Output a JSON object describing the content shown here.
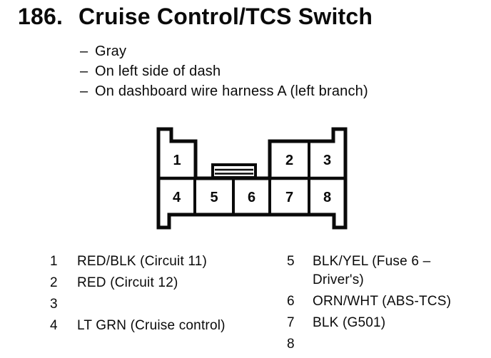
{
  "header": {
    "section_number": "186.",
    "section_title": "Cruise Control/TCS Switch"
  },
  "details": {
    "dash": "–",
    "items": [
      "Gray",
      "On left side of dash",
      "On dashboard wire harness A (left branch)"
    ]
  },
  "connector": {
    "pins": [
      "1",
      "2",
      "3",
      "4",
      "5",
      "6",
      "7",
      "8"
    ]
  },
  "pin_assignments": {
    "left": [
      {
        "pin": "1",
        "wire": "RED/BLK (Circuit 11)"
      },
      {
        "pin": "2",
        "wire": "RED (Circuit 12)"
      },
      {
        "pin": "3",
        "wire": ""
      },
      {
        "pin": "4",
        "wire": "LT GRN (Cruise control)"
      }
    ],
    "right": [
      {
        "pin": "5",
        "wire": "BLK/YEL (Fuse 6 – Driver's)"
      },
      {
        "pin": "6",
        "wire": "ORN/WHT (ABS-TCS)"
      },
      {
        "pin": "7",
        "wire": "BLK (G501)"
      },
      {
        "pin": "8",
        "wire": ""
      }
    ]
  }
}
